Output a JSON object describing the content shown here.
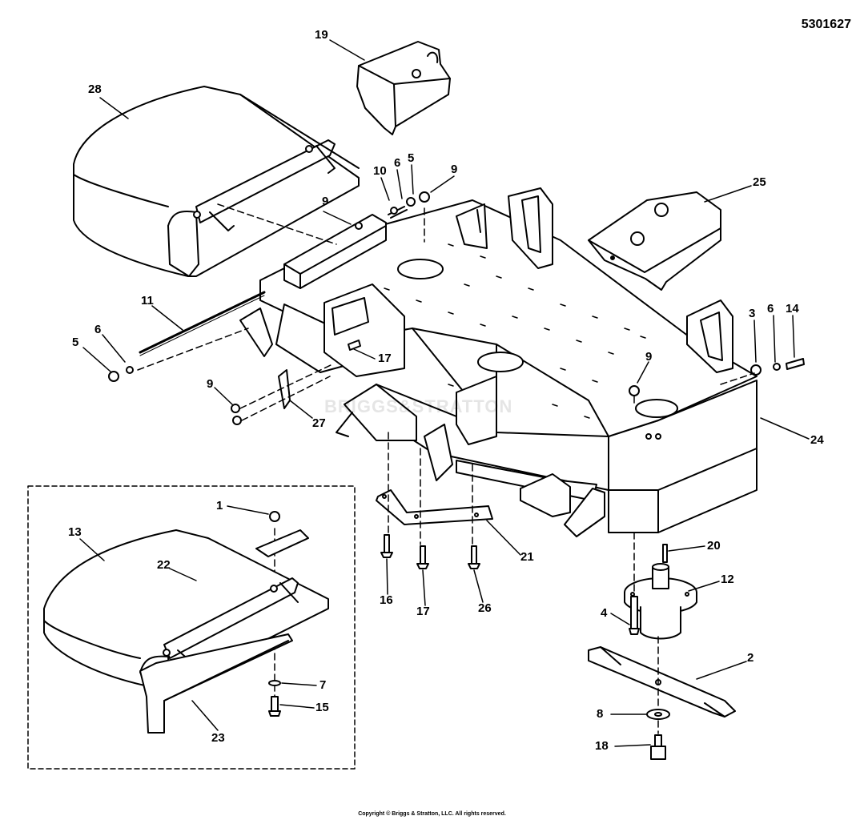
{
  "diagram_number": "5301627",
  "copyright": "Copyright © Briggs & Stratton, LLC. All rights reserved.",
  "watermark": "BRIGGS&STRATTON",
  "colors": {
    "line": "#000000",
    "fill": "#ffffff",
    "shade": "#d9d9d9"
  },
  "callouts": [
    {
      "id": "c28",
      "text": "28"
    },
    {
      "id": "c19",
      "text": "19"
    },
    {
      "id": "c10",
      "text": "10"
    },
    {
      "id": "c6a",
      "text": "6"
    },
    {
      "id": "c5a",
      "text": "5"
    },
    {
      "id": "c9a",
      "text": "9"
    },
    {
      "id": "c9b",
      "text": "9"
    },
    {
      "id": "c25",
      "text": "25"
    },
    {
      "id": "c11",
      "text": "11"
    },
    {
      "id": "c5b",
      "text": "5"
    },
    {
      "id": "c6b",
      "text": "6"
    },
    {
      "id": "c17a",
      "text": "17"
    },
    {
      "id": "c9c",
      "text": "9"
    },
    {
      "id": "c27",
      "text": "27"
    },
    {
      "id": "c3",
      "text": "3"
    },
    {
      "id": "c6c",
      "text": "6"
    },
    {
      "id": "c14",
      "text": "14"
    },
    {
      "id": "c9d",
      "text": "9"
    },
    {
      "id": "c24",
      "text": "24"
    },
    {
      "id": "c1",
      "text": "1"
    },
    {
      "id": "c13",
      "text": "13"
    },
    {
      "id": "c22",
      "text": "22"
    },
    {
      "id": "c21",
      "text": "21"
    },
    {
      "id": "c20",
      "text": "20"
    },
    {
      "id": "c16",
      "text": "16"
    },
    {
      "id": "c17b",
      "text": "17"
    },
    {
      "id": "c26",
      "text": "26"
    },
    {
      "id": "c12",
      "text": "12"
    },
    {
      "id": "c4",
      "text": "4"
    },
    {
      "id": "c2",
      "text": "2"
    },
    {
      "id": "c7",
      "text": "7"
    },
    {
      "id": "c15",
      "text": "15"
    },
    {
      "id": "c23",
      "text": "23"
    },
    {
      "id": "c8",
      "text": "8"
    },
    {
      "id": "c18",
      "text": "18"
    }
  ]
}
